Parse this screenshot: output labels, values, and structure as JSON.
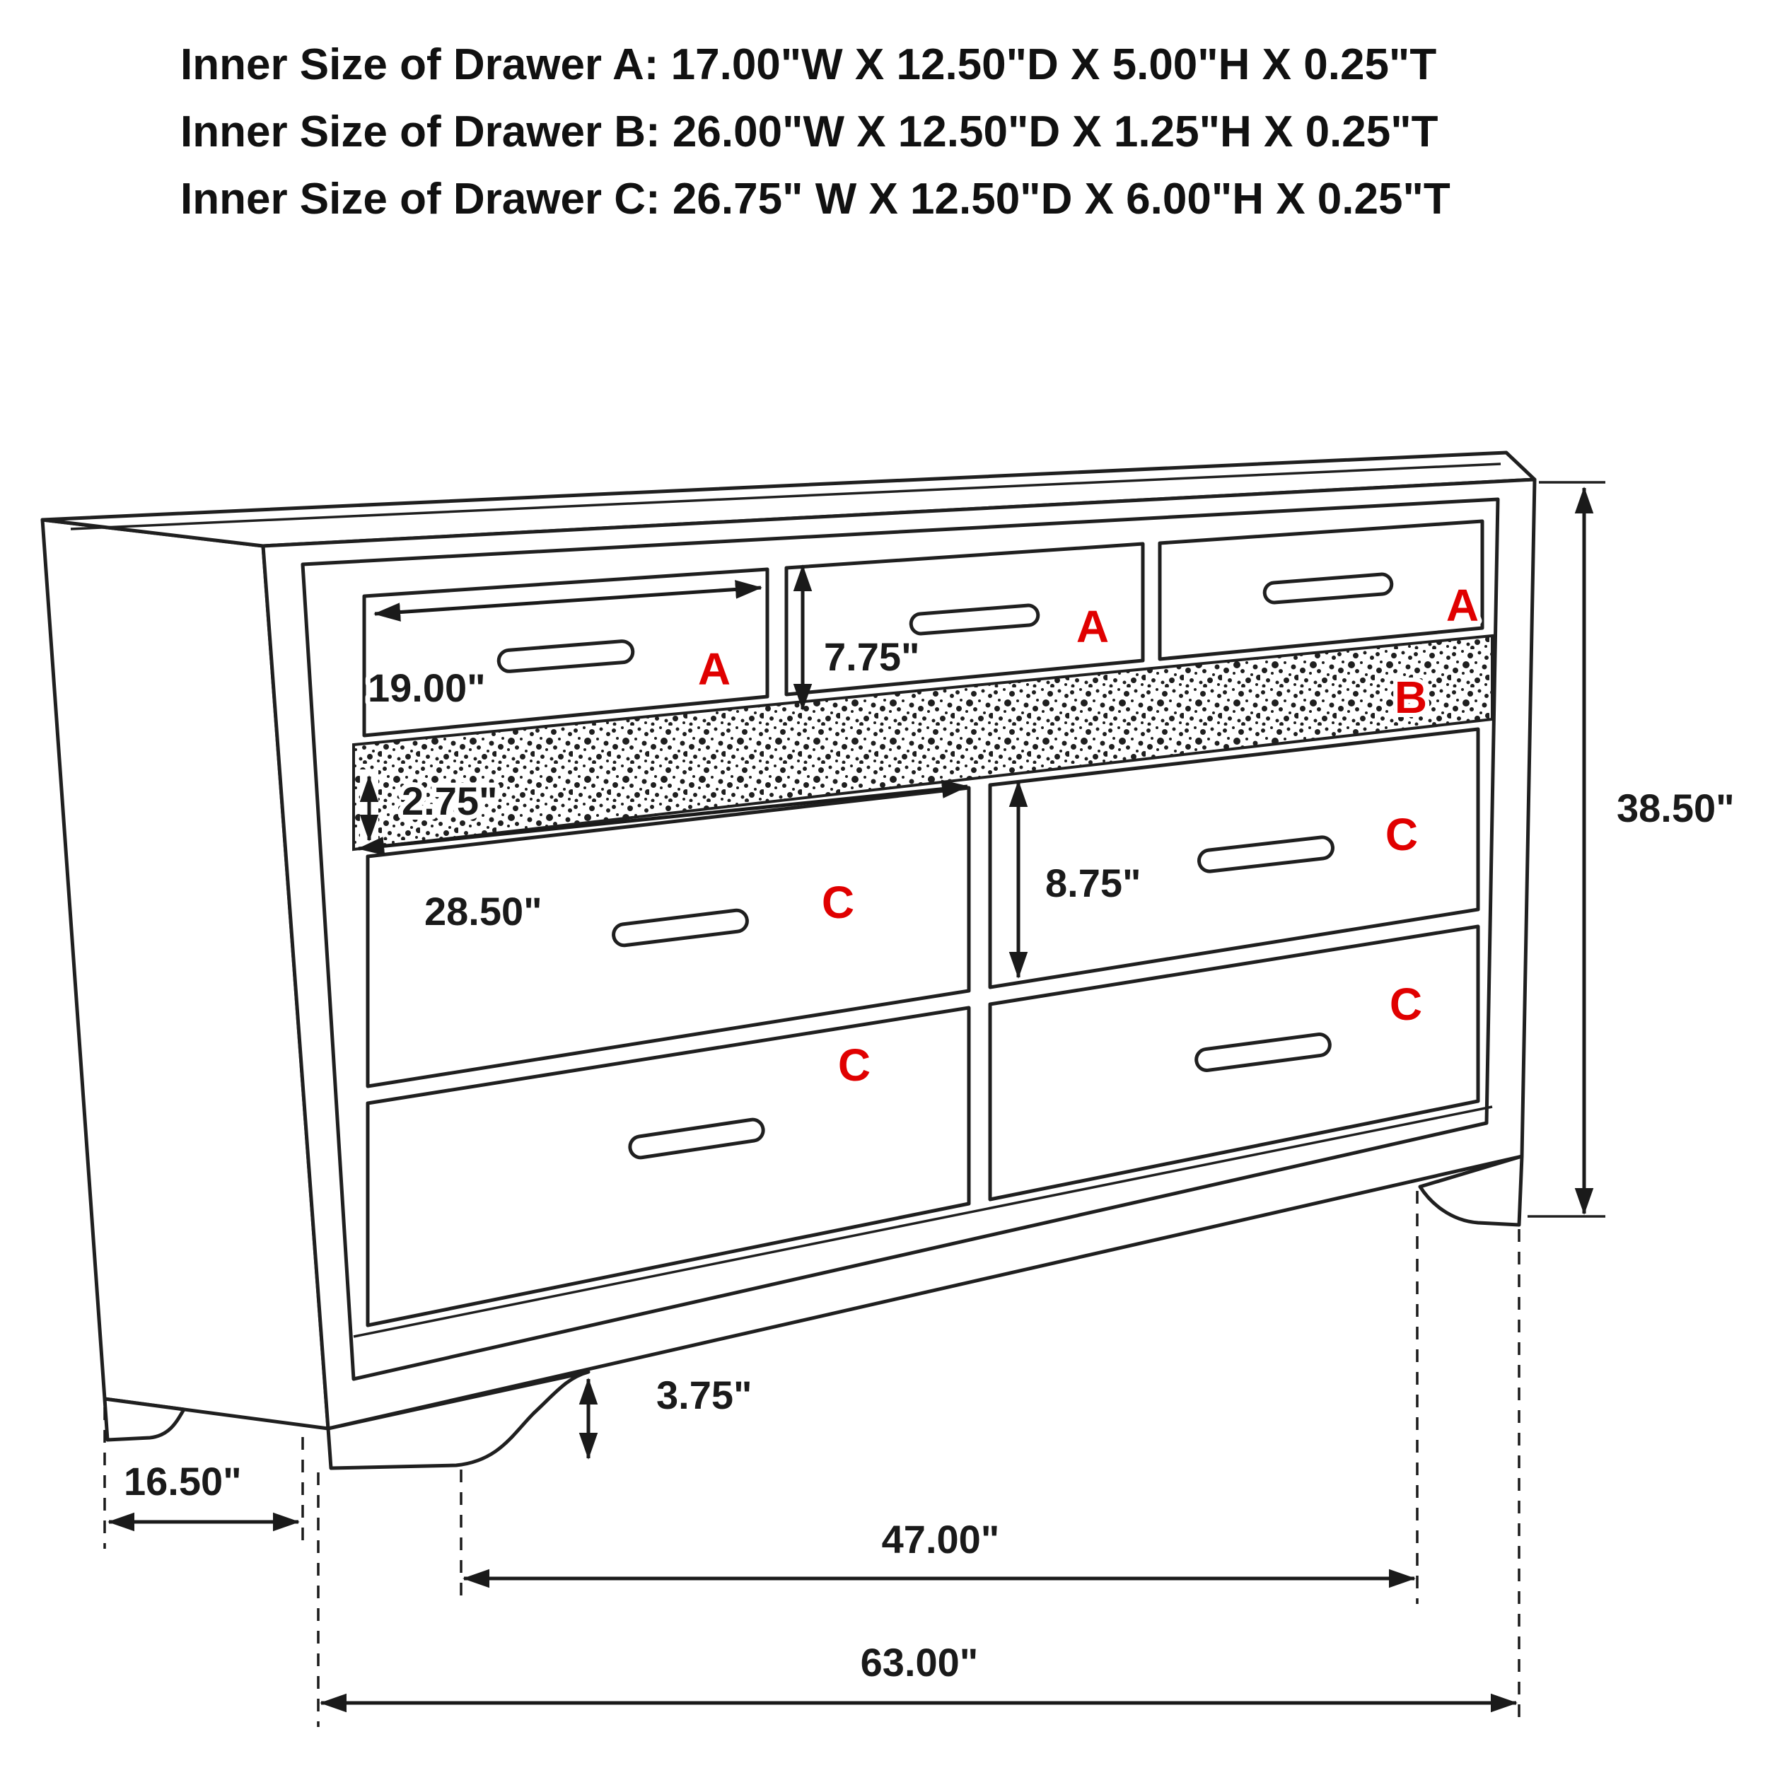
{
  "header": {
    "lines": [
      "Inner Size of Drawer A: 17.00\"W X 12.50\"D X 5.00\"H X 0.25\"T",
      "Inner Size of Drawer B: 26.00\"W X 12.50\"D X 1.25\"H X 0.25\"T",
      "Inner Size of Drawer C: 26.75\" W X 12.50\"D X 6.00\"H X 0.25\"T"
    ]
  },
  "drawer_labels": {
    "a": "A",
    "b": "B",
    "c": "C"
  },
  "dimensions": {
    "drawer_a_width": "19.00\"",
    "drawer_a_front_height": "7.75\"",
    "strip_front_height": "2.75\"",
    "drawer_c_width": "28.50\"",
    "drawer_c_front_height": "8.75\"",
    "overall_height": "38.50\"",
    "foot_height": "3.75\"",
    "depth": "16.50\"",
    "feet_span": "47.00\"",
    "overall_width": "63.00\""
  },
  "colors": {
    "outline": "#1f1f1f",
    "label_red": "#e00000",
    "text": "#111111",
    "background": "#ffffff"
  }
}
